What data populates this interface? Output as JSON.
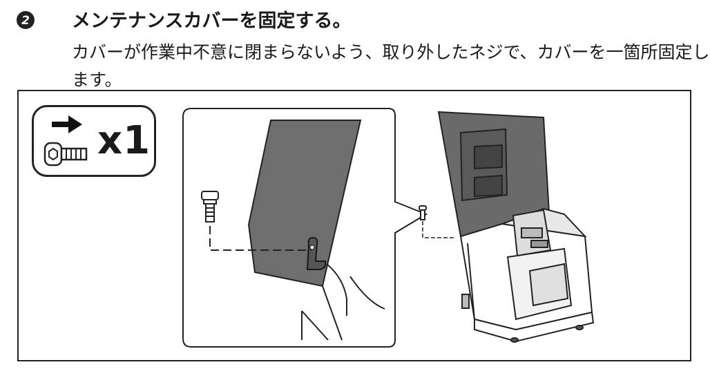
{
  "step": {
    "number": "2",
    "title": "メンテナンスカバーを固定する。",
    "description": "カバーが作業中不意に閉まらないよう、取り外したネジで、カバーを一箇所固定します。"
  },
  "figure": {
    "parts": {
      "quantity_label": "x1",
      "icons": [
        "arrow-right-icon",
        "screw-icon"
      ]
    }
  }
}
